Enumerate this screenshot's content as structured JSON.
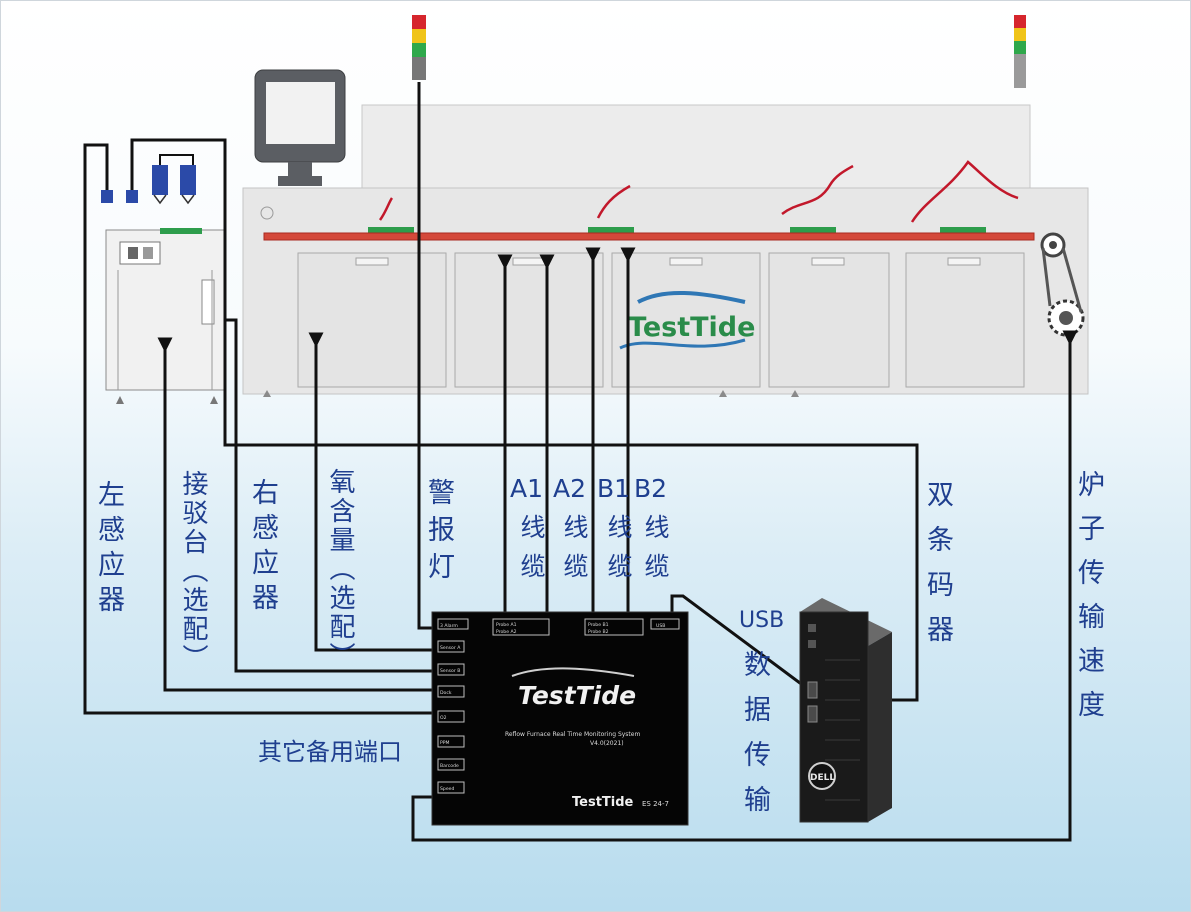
{
  "brand": {
    "name": "TestTide",
    "device_subtitle": "Reflow Furnace Real Time Monitoring System",
    "device_version": "V4.0(2021)",
    "device_model": "ES 24-7",
    "pc_brand": "DELL"
  },
  "device_ports": {
    "top": [
      "3 Alarm",
      "Probe A1",
      "Probe A2",
      "Probe B1",
      "Probe B2",
      "USB"
    ],
    "left": [
      "Sensor A",
      "Sensor B",
      "Dock",
      "O2",
      "PPM",
      "Barcode",
      "Speed"
    ]
  },
  "labels": {
    "left_sensor": "左感应器",
    "docking_station": "接驳台（选配）",
    "right_sensor": "右感应器",
    "oxygen": "氧含量（选配）",
    "alarm_light": "警报灯",
    "cable_a1": {
      "id": "A1",
      "text": "线缆"
    },
    "cable_a2": {
      "id": "A2",
      "text": "线缆"
    },
    "cable_b1": {
      "id": "B1",
      "text": "线缆"
    },
    "cable_b2": {
      "id": "B2",
      "text": "线缆"
    },
    "usb_prefix": "USB",
    "usb_text": "数据传输",
    "barcode": "双条码器",
    "speed": "炉子传输速度",
    "other_ports": "其它备用端口"
  }
}
